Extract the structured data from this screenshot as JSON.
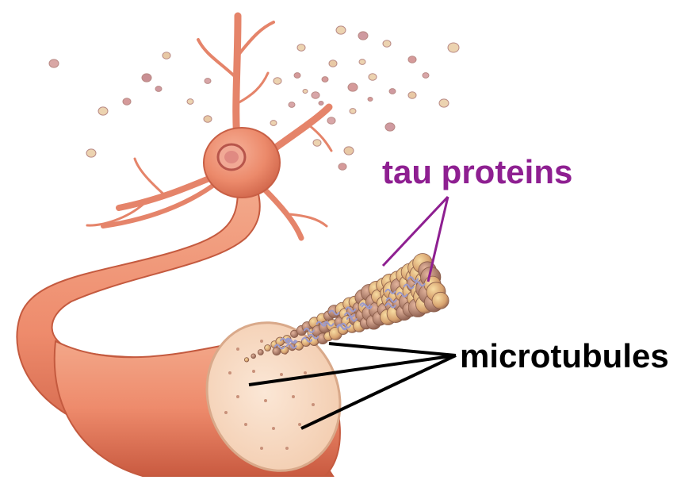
{
  "labels": {
    "tau": "tau proteins",
    "microtubules": "microtubules"
  },
  "colors": {
    "tau_label": "#8e1f91",
    "microtubules_label": "#000000",
    "neuron_body": "#ef8e6f",
    "neuron_dark": "#cf5f45",
    "axon_cross_section": "#f8dcc6",
    "microtubule_bead": "#e9b97a",
    "microtubule_bead_dark": "#b07a5a",
    "tau_fiber": "#a4a3cf"
  },
  "icons": {
    "neuron": "neuron-illustration",
    "vesicles": "neurotransmitter-particles"
  }
}
